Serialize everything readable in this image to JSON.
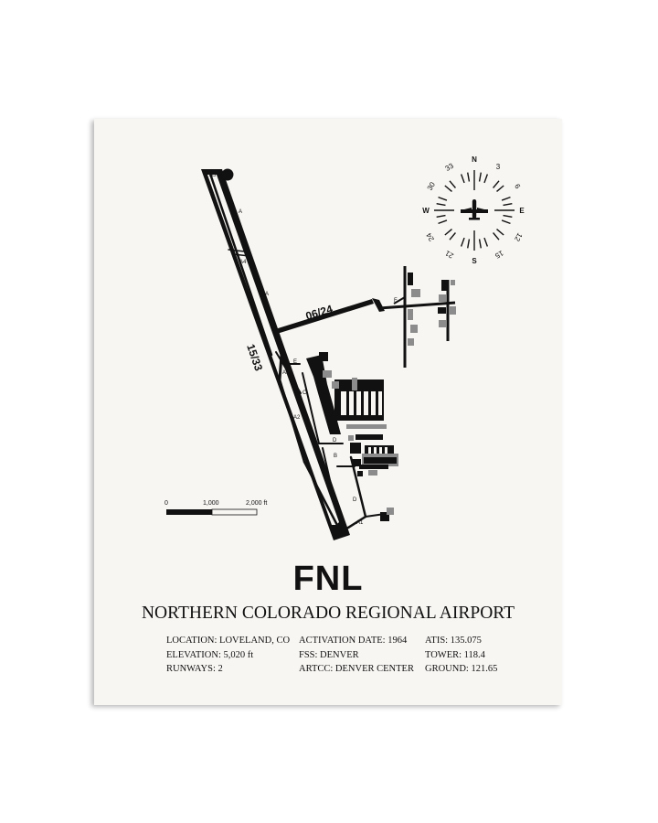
{
  "airport": {
    "code": "FNL",
    "name": "NORTHERN COLORADO REGIONAL AIRPORT"
  },
  "details": {
    "location": "LOCATION: LOVELAND, CO",
    "elevation": "ELEVATION: 5,020 ft",
    "runways": "RUNWAYS: 2",
    "activation_date": "ACTIVATION DATE: 1964",
    "fss": "FSS: DENVER",
    "artcc": "ARTCC: DENVER CENTER",
    "atis": "ATIS: 135.075",
    "tower": "TOWER: 118.4",
    "ground": "GROUND: 121.65"
  },
  "runway_labels": {
    "rwy_15_33": "15/33",
    "rwy_06_24": "06/24"
  },
  "taxiway_labels": {
    "a5": "A5",
    "a4": "A4",
    "a_upper": "A",
    "a_mid": "A",
    "a3": "A3",
    "a2": "A2",
    "a1_left": "A1",
    "a1_right": "A1",
    "e": "E",
    "c": "C",
    "d_upper": "D",
    "d_lower": "D",
    "b": "B",
    "f": "F"
  },
  "compass": {
    "n": "N",
    "e": "E",
    "s": "S",
    "w": "W",
    "h3": "3",
    "h6": "6",
    "h12": "12",
    "h15": "15",
    "h21": "21",
    "h24": "24",
    "h30": "30",
    "h33": "33"
  },
  "scale_bar": {
    "label_0": "0",
    "label_1000": "1,000",
    "label_2000": "2,000 ft"
  },
  "colors": {
    "paper": "#f8f6f3",
    "ink": "#111111",
    "building_gray": "#8c8c8c"
  }
}
